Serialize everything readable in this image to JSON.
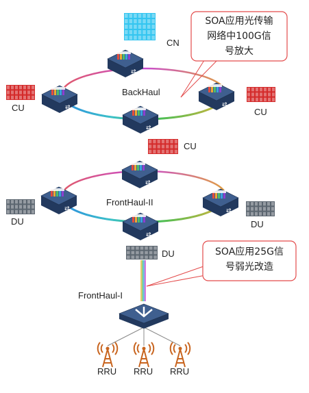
{
  "callouts": {
    "backhaul_note": "SOA应用光传输网络中100G信号放大",
    "backhaul_line1": "SOA应用光传输",
    "backhaul_line2": "网络中100G信",
    "backhaul_line3": "号放大",
    "fronthaul_line1": "SOA应用25G信",
    "fronthaul_line2": "号弱光改造"
  },
  "labels": {
    "cn": "CN",
    "cu_left": "CU",
    "cu_right": "CU",
    "cu_mid": "CU",
    "backhaul": "BackHaul",
    "fronthaul2": "FrontHaul-II",
    "du_left": "DU",
    "du_right": "DU",
    "du_bottom": "DU",
    "fronthaul1": "FrontHaul-I",
    "rru1": "RRU",
    "rru2": "RRU",
    "rru3": "RRU"
  },
  "colors": {
    "device_top": "#3f5f8f",
    "device_side": "#22395e",
    "cn_cyan": "#33c5f0",
    "cu_red": "#d42a2a",
    "du_gray": "#5c6670",
    "callout_border": "#e34a4a",
    "rru_orange": "#c8641e"
  }
}
